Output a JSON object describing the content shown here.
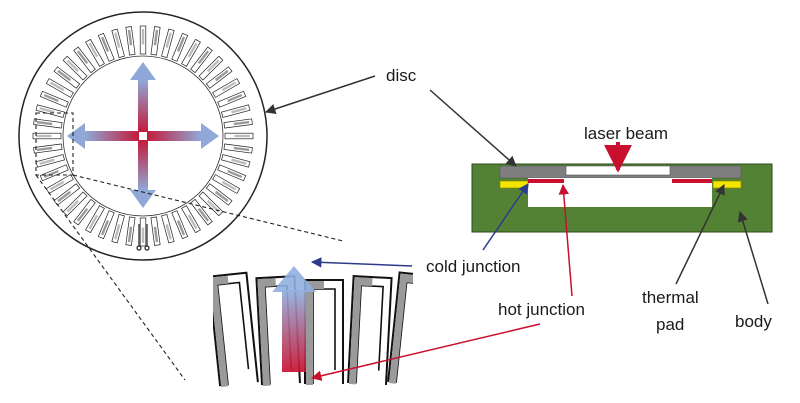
{
  "labels": {
    "disc": "disc",
    "laser_beam": "laser beam",
    "cold_junction": "cold junction",
    "hot_junction": "hot junction",
    "thermal_pad_line1": "thermal",
    "thermal_pad_line2": "pad",
    "body": "body"
  },
  "colors": {
    "cold_arrow": "#2e3a8c",
    "hot_arrow": "#c8102e",
    "pointer_dark": "#333333",
    "housing_green": "#548235",
    "disc_gray": "#7f7f7f",
    "thermal_pad_yellow": "#f2e600",
    "junction_red": "#c8102e",
    "gradient_blue": "#8fa8d8"
  },
  "figure": {
    "disc_thermocouple_count": 48
  }
}
